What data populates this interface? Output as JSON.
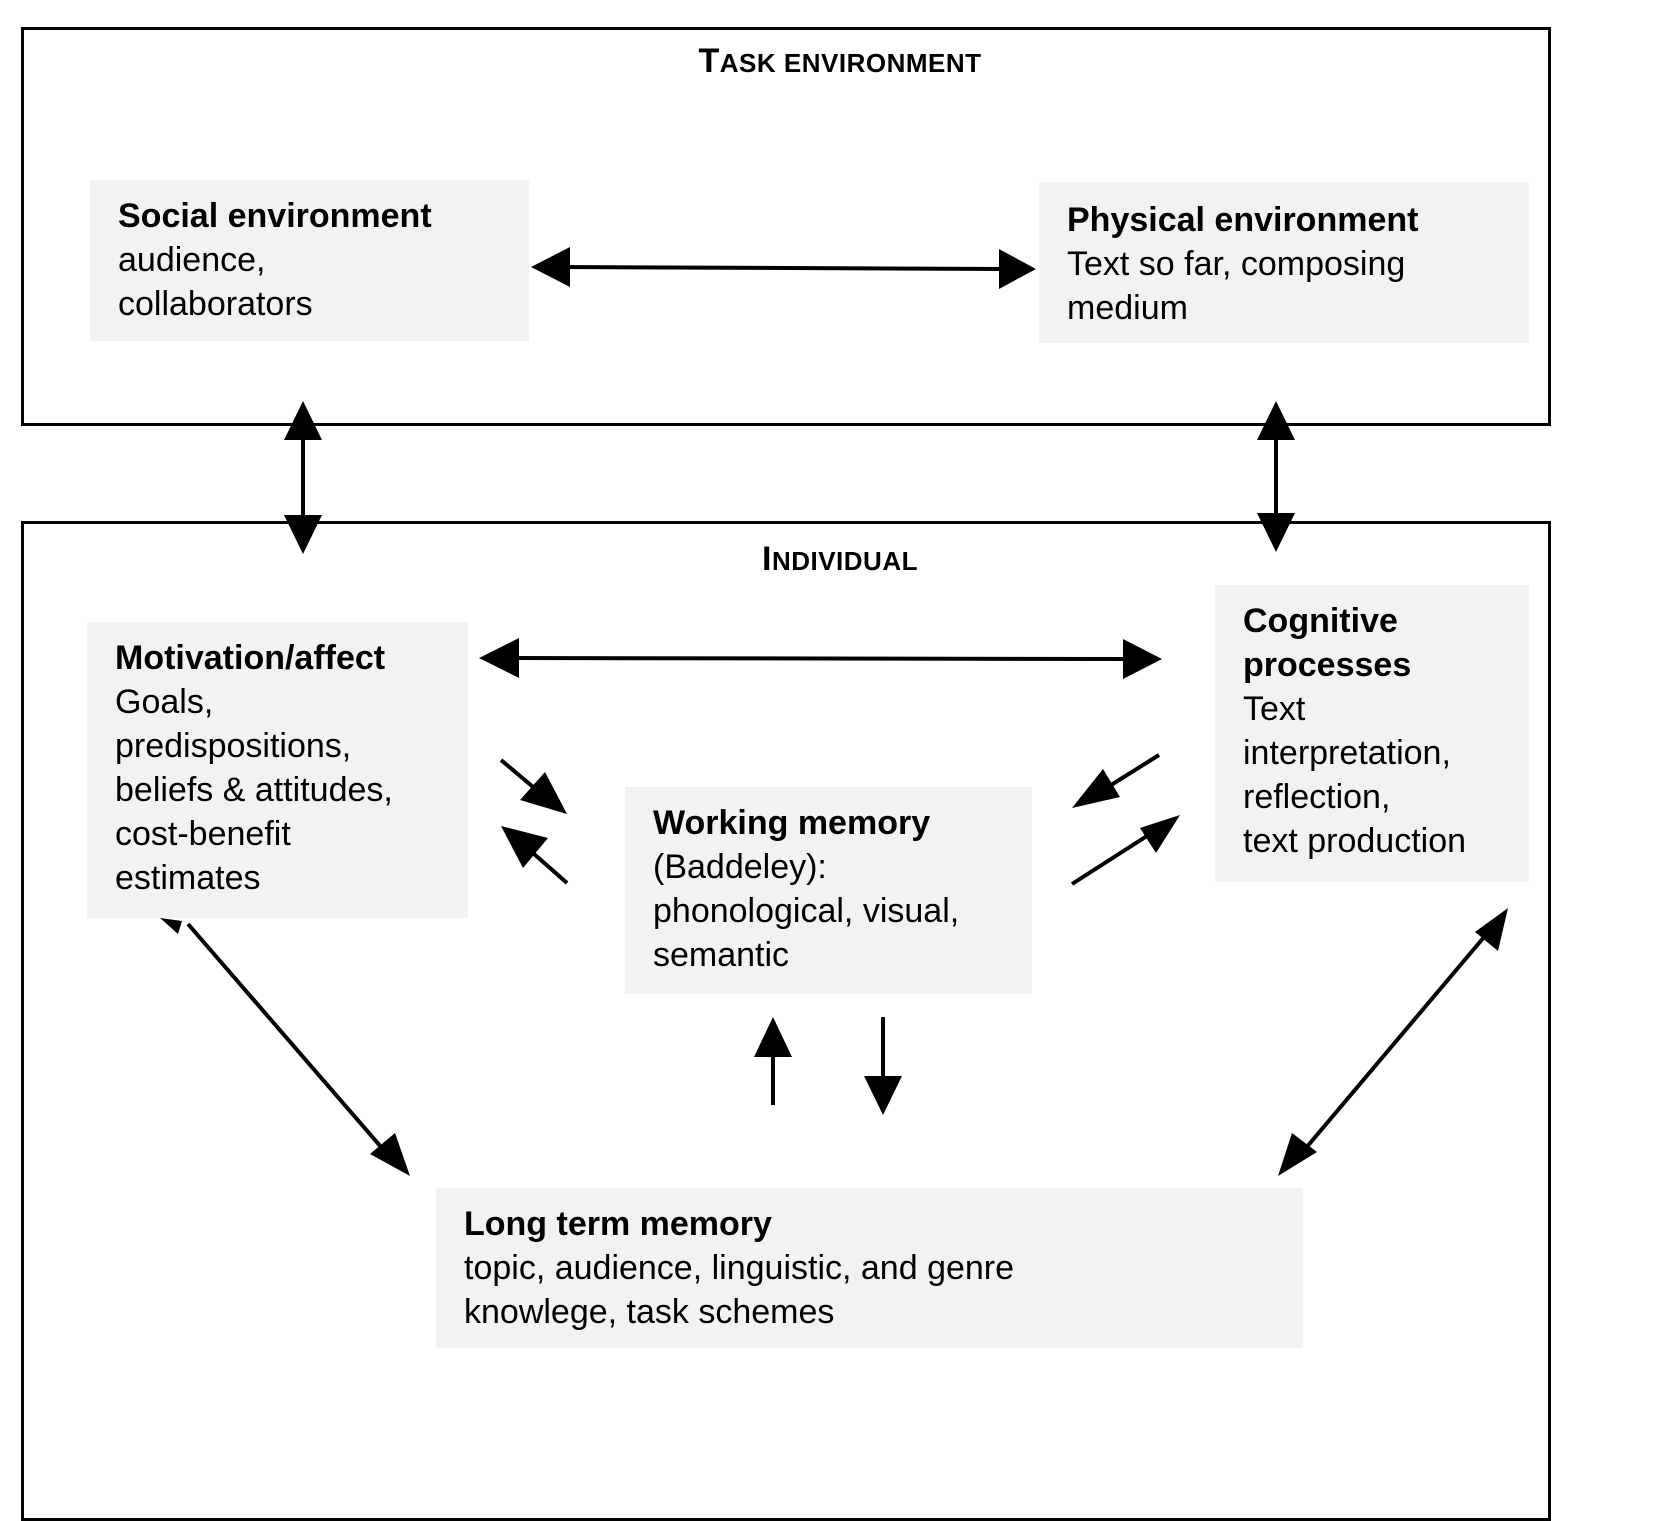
{
  "diagram": {
    "task_environment": {
      "title_first": "T",
      "title_rest": "ASK ENVIRONMENT",
      "nodes": {
        "social": {
          "title": "Social environment",
          "lines": [
            "audience,",
            "collaborators"
          ]
        },
        "physical": {
          "title": "Physical environment",
          "lines": [
            "Text so far, composing",
            "medium"
          ]
        }
      }
    },
    "individual": {
      "title_first": "I",
      "title_rest": "NDIVIDUAL",
      "nodes": {
        "motivation": {
          "title": "Motivation/affect",
          "lines": [
            "Goals,",
            "predispositions,",
            "beliefs & attitudes,",
            "cost-benefit",
            "estimates"
          ]
        },
        "cognitive": {
          "title_lines": [
            "Cognitive",
            "processes"
          ],
          "lines": [
            "Text",
            "interpretation,",
            "reflection,",
            "text production"
          ]
        },
        "working_memory": {
          "title": "Working memory",
          "lines": [
            "(Baddeley):",
            "phonological, visual,",
            "semantic"
          ]
        },
        "long_term_memory": {
          "title": "Long term memory",
          "lines": [
            "topic, audience, linguistic, and genre",
            "knowlege, task schemes"
          ]
        }
      }
    },
    "arrows": [
      {
        "from": "social",
        "to": "physical",
        "direction": "bidirectional"
      },
      {
        "from": "social",
        "to": "individual",
        "direction": "bidirectional"
      },
      {
        "from": "physical",
        "to": "individual",
        "direction": "bidirectional"
      },
      {
        "from": "motivation",
        "to": "cognitive",
        "direction": "bidirectional"
      },
      {
        "from": "motivation",
        "to": "working_memory",
        "direction": "one-way"
      },
      {
        "from": "working_memory",
        "to": "motivation",
        "direction": "one-way"
      },
      {
        "from": "cognitive",
        "to": "working_memory",
        "direction": "one-way"
      },
      {
        "from": "working_memory",
        "to": "cognitive",
        "direction": "one-way"
      },
      {
        "from": "long_term_memory",
        "to": "working_memory",
        "direction": "one-way"
      },
      {
        "from": "working_memory",
        "to": "long_term_memory",
        "direction": "one-way"
      },
      {
        "from": "motivation",
        "to": "long_term_memory",
        "direction": "bidirectional"
      },
      {
        "from": "cognitive",
        "to": "long_term_memory",
        "direction": "bidirectional"
      }
    ]
  }
}
